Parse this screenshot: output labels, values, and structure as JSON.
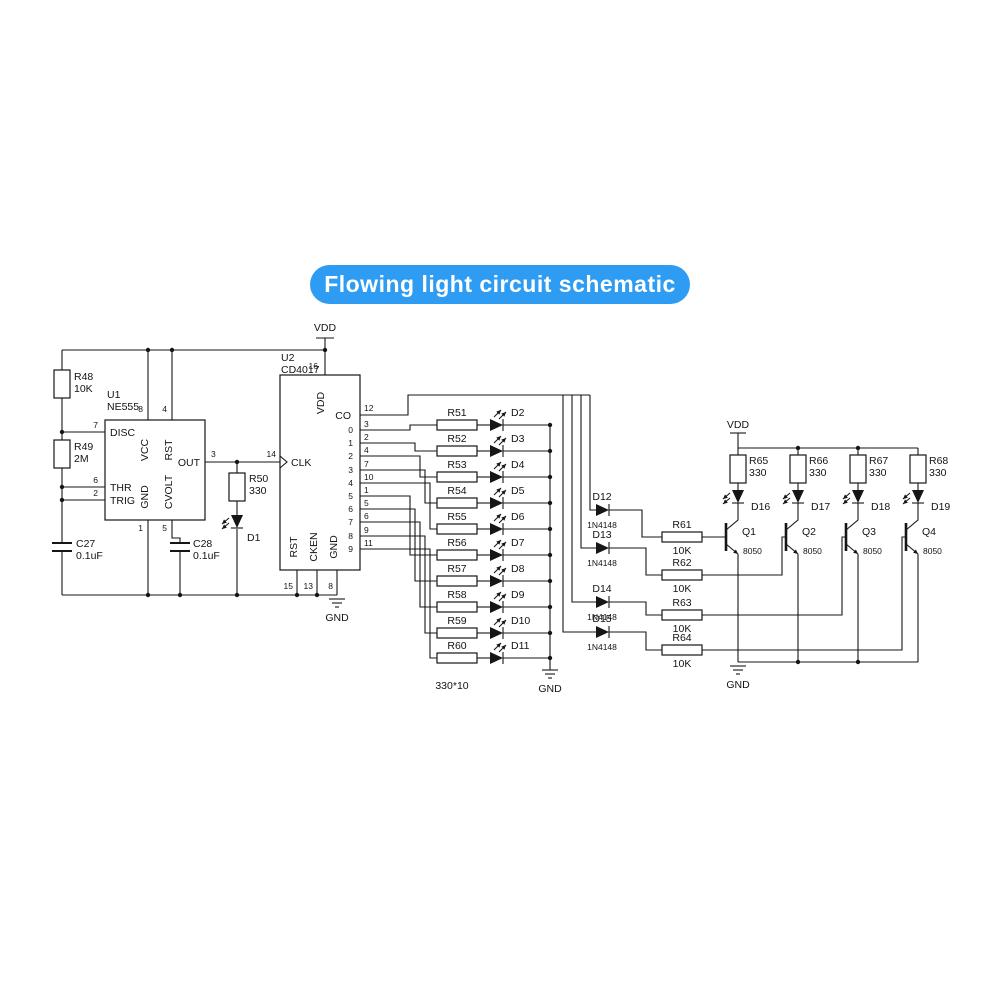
{
  "banner": {
    "text": "Flowing light circuit schematic"
  },
  "power": {
    "vdd": "VDD",
    "gnd": "GND"
  },
  "u1": {
    "ref": "U1",
    "part": "NE555",
    "pin_labels": {
      "disc": "DISC",
      "vcc": "VCC",
      "rst": "RST",
      "thr": "THR",
      "trig": "TRIG",
      "out": "OUT",
      "gnd": "GND",
      "cvolt": "CVOLT"
    },
    "pin_numbers": {
      "disc": "7",
      "thr": "6",
      "trig": "2",
      "out": "3",
      "vcc": "8",
      "rst": "4",
      "gnd": "1",
      "cvolt": "5"
    }
  },
  "u2": {
    "ref": "U2",
    "part": "CD4017",
    "labels": {
      "vdd": "VDD",
      "co": "CO",
      "clk": "CLK",
      "rst": "RST",
      "cken": "CKEN",
      "gnd": "GND"
    },
    "pins": {
      "vdd": "16",
      "clk": "14",
      "rst": "15",
      "cken": "13",
      "gnd": "8",
      "co": "12"
    },
    "outputs": [
      {
        "out": "0",
        "pin": "3"
      },
      {
        "out": "1",
        "pin": "2"
      },
      {
        "out": "2",
        "pin": "4"
      },
      {
        "out": "3",
        "pin": "7"
      },
      {
        "out": "4",
        "pin": "10"
      },
      {
        "out": "5",
        "pin": "1"
      },
      {
        "out": "6",
        "pin": "5"
      },
      {
        "out": "7",
        "pin": "6"
      },
      {
        "out": "8",
        "pin": "9"
      },
      {
        "out": "9",
        "pin": "11"
      }
    ]
  },
  "left": {
    "r48": {
      "ref": "R48",
      "val": "10K"
    },
    "r49": {
      "ref": "R49",
      "val": "2M"
    },
    "r50": {
      "ref": "R50",
      "val": "330"
    },
    "c27": {
      "ref": "C27",
      "val": "0.1uF"
    },
    "c28": {
      "ref": "C28",
      "val": "0.1uF"
    },
    "d1": {
      "ref": "D1"
    }
  },
  "led_array": {
    "note": "330*10",
    "rows": [
      {
        "r": "R51",
        "d": "D2"
      },
      {
        "r": "R52",
        "d": "D3"
      },
      {
        "r": "R53",
        "d": "D4"
      },
      {
        "r": "R54",
        "d": "D5"
      },
      {
        "r": "R55",
        "d": "D6"
      },
      {
        "r": "R56",
        "d": "D7"
      },
      {
        "r": "R57",
        "d": "D8"
      },
      {
        "r": "R58",
        "d": "D9"
      },
      {
        "r": "R59",
        "d": "D10"
      },
      {
        "r": "R60",
        "d": "D11"
      }
    ]
  },
  "driver": {
    "diodes": [
      {
        "ref": "D12",
        "part": "1N4148"
      },
      {
        "ref": "D13",
        "part": "1N4148"
      },
      {
        "ref": "D14",
        "part": "1N4148"
      },
      {
        "ref": "D15",
        "part": "1N4148"
      }
    ],
    "base_resistors": [
      {
        "ref": "R61",
        "val": "10K"
      },
      {
        "ref": "R62",
        "val": "10K"
      },
      {
        "ref": "R63",
        "val": "10K"
      },
      {
        "ref": "R64",
        "val": "10K"
      }
    ],
    "collector_resistors": [
      {
        "ref": "R65",
        "val": "330"
      },
      {
        "ref": "R66",
        "val": "330"
      },
      {
        "ref": "R67",
        "val": "330"
      },
      {
        "ref": "R68",
        "val": "330"
      }
    ],
    "leds": [
      {
        "ref": "D16"
      },
      {
        "ref": "D17"
      },
      {
        "ref": "D18"
      },
      {
        "ref": "D19"
      }
    ],
    "transistors": [
      {
        "ref": "Q1",
        "part": "8050"
      },
      {
        "ref": "Q2",
        "part": "8050"
      },
      {
        "ref": "Q3",
        "part": "8050"
      },
      {
        "ref": "Q4",
        "part": "8050"
      }
    ]
  }
}
